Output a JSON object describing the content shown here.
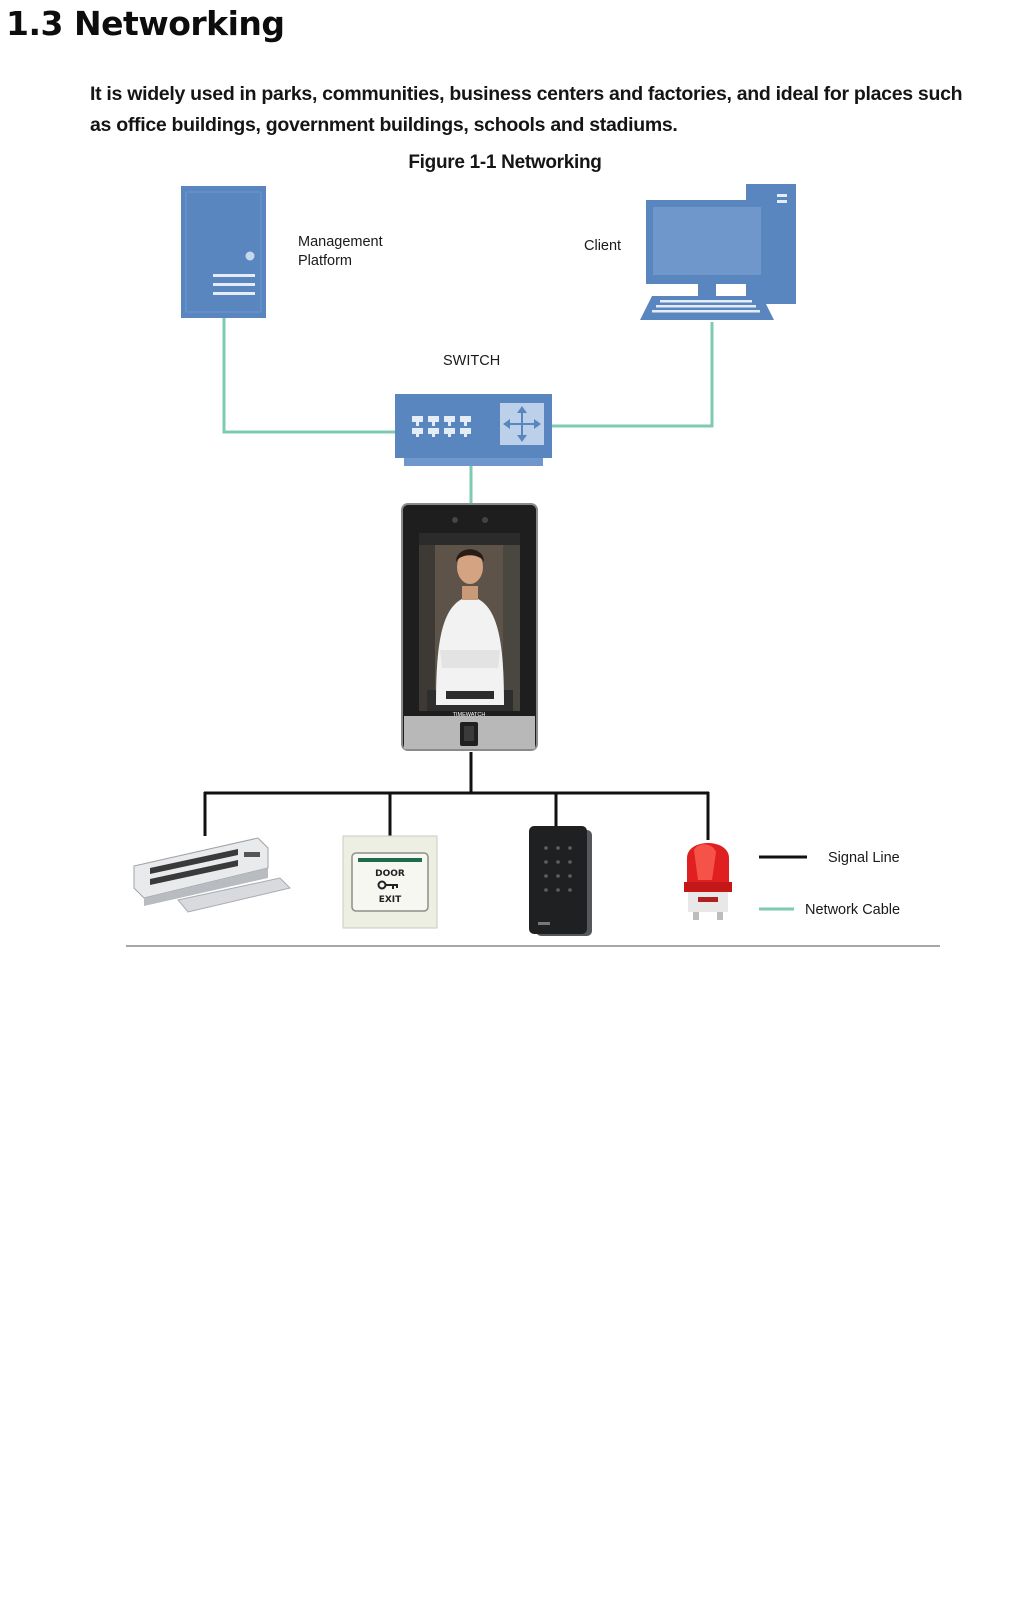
{
  "section": {
    "heading": "1.3 Networking",
    "intro": "It is widely used in parks, communities, business centers and factories, and ideal for places such as office buildings, government buildings, schools and stadiums.",
    "figure_caption": "Figure 1-1 Networking"
  },
  "diagram": {
    "labels": {
      "management_line1": "Management",
      "management_line2": "Platform",
      "client": "Client",
      "switch": "SWITCH",
      "device_brand": "TIMEWATCH",
      "door_line1": "DOOR",
      "door_line2": "EXIT"
    },
    "legend": [
      {
        "label": "Signal Line",
        "color": "#111111"
      },
      {
        "label": "Network Cable",
        "color": "#7fcbb0"
      }
    ],
    "colors": {
      "device_blue": "#5a86bf",
      "network_cable": "#7fcbb0",
      "signal_line": "#111111",
      "alarm_red": "#e02020"
    },
    "icons": [
      "server-icon",
      "desktop-computer-icon",
      "network-switch-icon",
      "face-recognition-terminal-icon",
      "magnetic-lock-icon",
      "door-exit-button-icon",
      "card-reader-icon",
      "alarm-siren-icon"
    ]
  }
}
